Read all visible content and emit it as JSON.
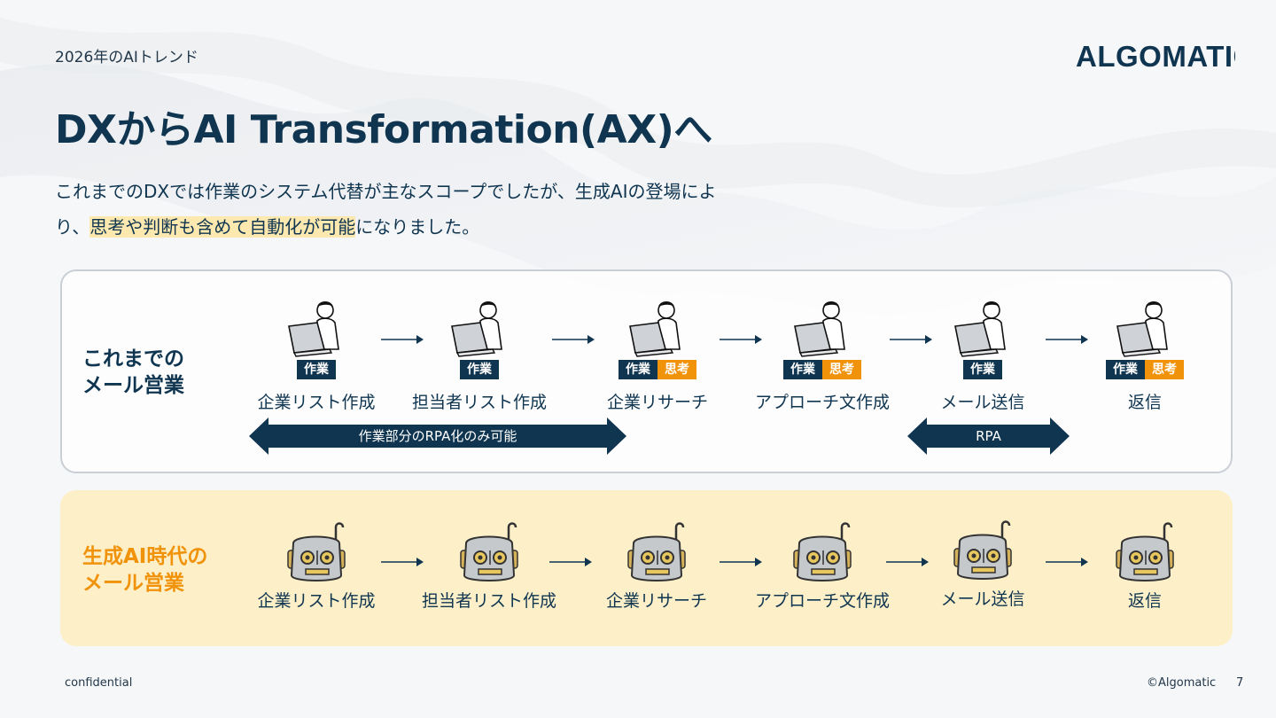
{
  "header": {
    "eyebrow": "2026年のAIトレンド",
    "logo_text": "ALGOMATIC"
  },
  "title": "DXからAI Transformation(AX)へ",
  "lead": {
    "part1": "これまでのDXでは作業のシステム代替が主なスコープでしたが、生成AIの登場により、",
    "highlight": "思考や判断も含めて自動化が可能",
    "part2": "になりました。"
  },
  "legacy": {
    "label_line1": "これまでの",
    "label_line2": "メール営業",
    "tag_work": "作業",
    "tag_think": "思考",
    "steps": [
      {
        "label": "企業リスト作成",
        "tags": [
          "work"
        ]
      },
      {
        "label": "担当者リスト作成",
        "tags": [
          "work"
        ]
      },
      {
        "label": "企業リサーチ",
        "tags": [
          "work",
          "think"
        ]
      },
      {
        "label": "アプローチ文作成",
        "tags": [
          "work",
          "think"
        ]
      },
      {
        "label": "メール送信",
        "tags": [
          "work"
        ]
      },
      {
        "label": "返信",
        "tags": [
          "work",
          "think"
        ]
      }
    ],
    "bar1": "作業部分のRPA化のみ可能",
    "bar2": "RPA"
  },
  "ai": {
    "label_line1": "生成AI時代の",
    "label_line2": "メール営業",
    "steps": [
      {
        "label": "企業リスト作成"
      },
      {
        "label": "担当者リスト作成"
      },
      {
        "label": "企業リサーチ"
      },
      {
        "label": "アプローチ文作成"
      },
      {
        "label": "メール送信"
      },
      {
        "label": "返信"
      }
    ]
  },
  "footer": {
    "left": "confidential",
    "right": "©Algomatic",
    "page": "7"
  },
  "colors": {
    "navy": "#0f3550",
    "orange": "#f0920a",
    "highlight": "#fde9b0",
    "ai_panel": "#fdefc8"
  }
}
